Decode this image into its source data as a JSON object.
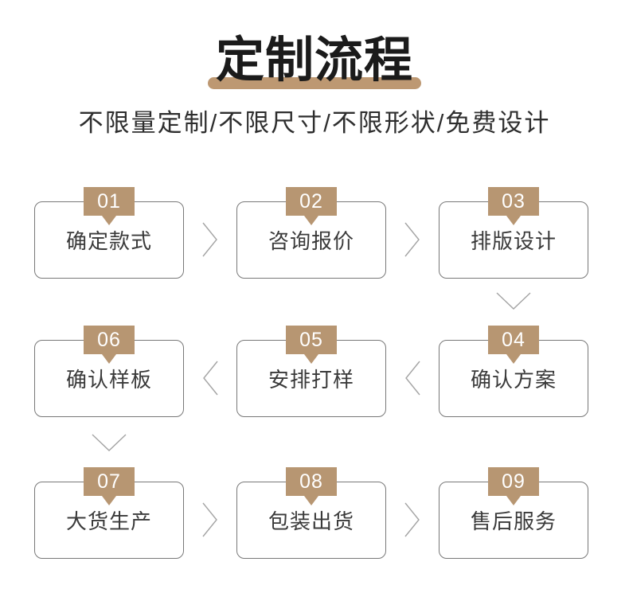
{
  "title": "定制流程",
  "subtitle": "不限量定制/不限尺寸/不限形状/免费设计",
  "colors": {
    "accent_tan": "#b79672",
    "title_underline": "#bd9872",
    "title_text": "#1b1b1b",
    "box_border": "#787878",
    "box_text": "#3a3a3a",
    "badge_number": "#ffffff",
    "arrow_gray": "#a3a3a3",
    "background": "#ffffff"
  },
  "flow": {
    "rows": [
      {
        "arrow_between": "right",
        "steps": [
          {
            "number": "01",
            "label": "确定款式"
          },
          {
            "number": "02",
            "label": "咨询报价"
          },
          {
            "number": "03",
            "label": "排版设计"
          }
        ]
      },
      {
        "arrow_between": "left",
        "steps": [
          {
            "number": "06",
            "label": "确认样板"
          },
          {
            "number": "05",
            "label": "安排打样"
          },
          {
            "number": "04",
            "label": "确认方案"
          }
        ]
      },
      {
        "arrow_between": "right",
        "steps": [
          {
            "number": "07",
            "label": "大货生产"
          },
          {
            "number": "08",
            "label": "包装出货"
          },
          {
            "number": "09",
            "label": "售后服务"
          }
        ]
      }
    ],
    "connectors": [
      {
        "direction": "down",
        "from": "03",
        "to": "04"
      },
      {
        "direction": "down",
        "from": "06",
        "to": "07"
      }
    ]
  }
}
